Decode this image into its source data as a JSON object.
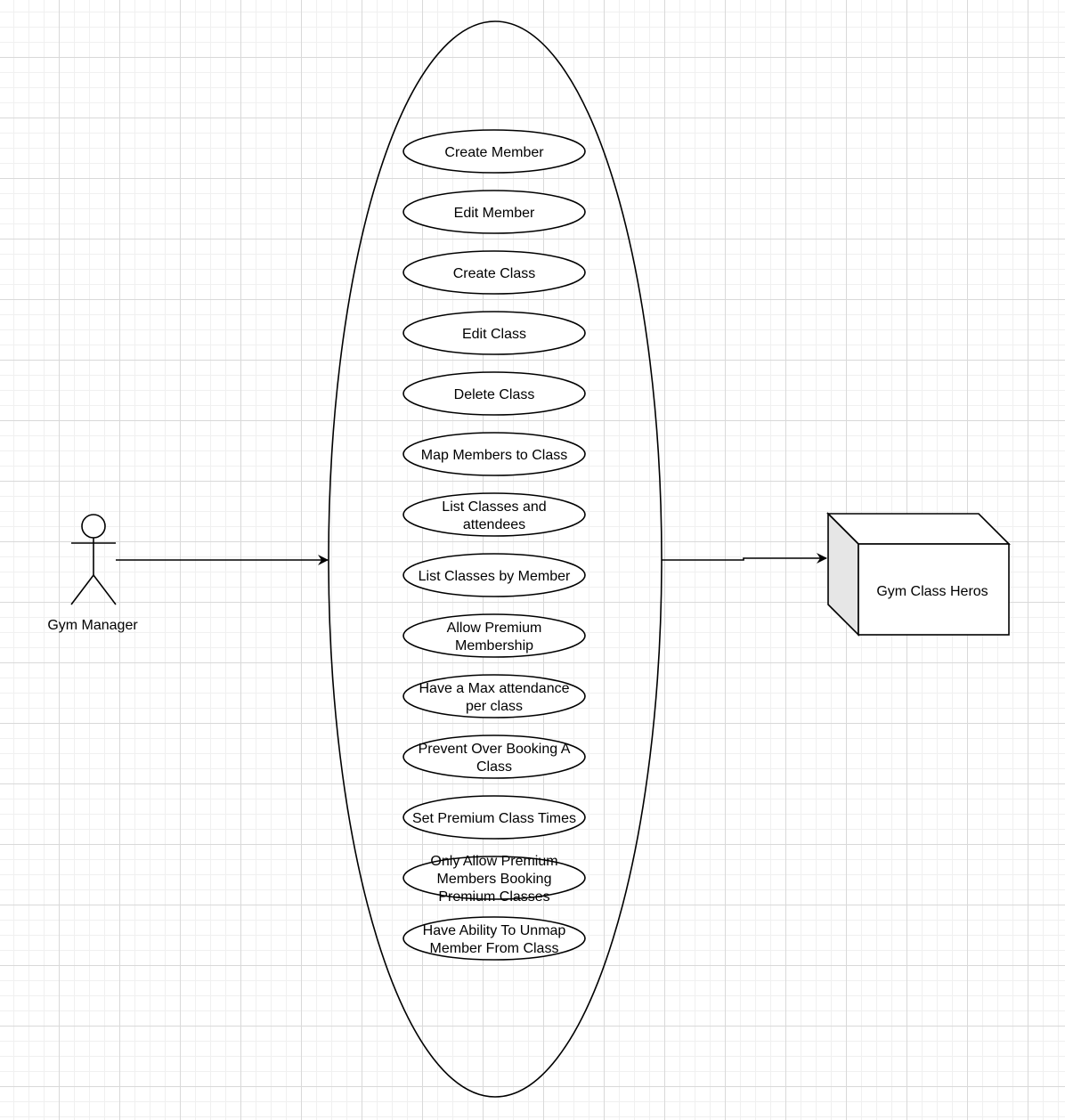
{
  "actor": {
    "label": "Gym Manager",
    "icon": "stick-figure-icon"
  },
  "use_cases": [
    {
      "lines": [
        "Create Member"
      ]
    },
    {
      "lines": [
        "Edit Member"
      ]
    },
    {
      "lines": [
        "Create Class"
      ]
    },
    {
      "lines": [
        "Edit Class"
      ]
    },
    {
      "lines": [
        "Delete Class"
      ]
    },
    {
      "lines": [
        "Map Members to Class"
      ]
    },
    {
      "lines": [
        "List Classes and",
        "attendees"
      ]
    },
    {
      "lines": [
        "List Classes by Member"
      ]
    },
    {
      "lines": [
        "Allow Premium",
        "Membership"
      ]
    },
    {
      "lines": [
        "Have a Max attendance",
        "per class"
      ]
    },
    {
      "lines": [
        "Prevent Over Booking A",
        "Class"
      ]
    },
    {
      "lines": [
        "Set Premium Class Times"
      ]
    },
    {
      "lines": [
        "Only Allow Premium",
        "Members Booking",
        "Premium Classes"
      ]
    },
    {
      "lines": [
        "Have Ability To Unmap",
        "Member From Class"
      ]
    }
  ],
  "system": {
    "label": "Gym Class Heros",
    "icon": "node-box-icon"
  },
  "colors": {
    "stroke": "#000000",
    "node_side": "#e6e6e6",
    "background": "#ffffff"
  }
}
